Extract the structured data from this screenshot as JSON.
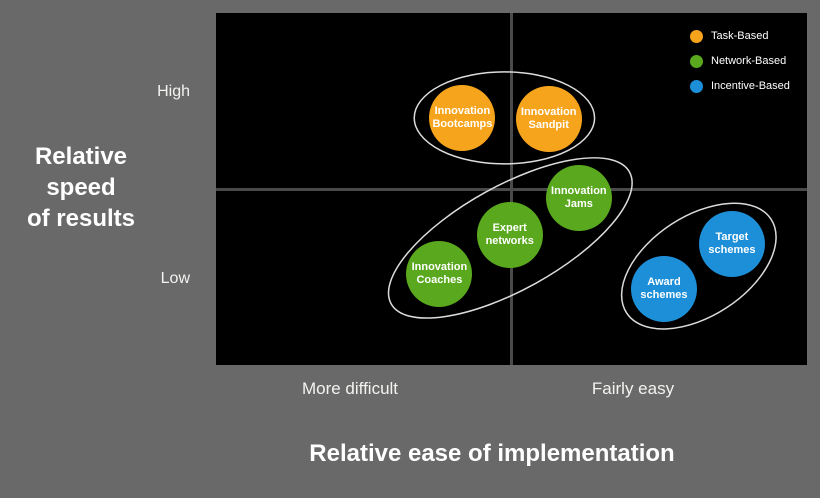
{
  "background_color": "#696969",
  "panel": {
    "background": "#000000",
    "divider_color": "#4A4A4A",
    "ellipse_stroke": "#DCDCDC"
  },
  "y_axis": {
    "title": "Relative\nspeed\nof results",
    "top_label": "High",
    "bottom_label": "Low"
  },
  "x_axis": {
    "title": "Relative ease of implementation",
    "left_label": "More difficult",
    "right_label": "Fairly easy"
  },
  "legend": {
    "items": [
      {
        "label": "Task-Based",
        "color": "#F7A41D"
      },
      {
        "label": "Network-Based",
        "color": "#59A81E"
      },
      {
        "label": "Incentive-Based",
        "color": "#1D8FD8"
      }
    ]
  },
  "chart_data": {
    "type": "scatter",
    "title": "",
    "xlabel": "Relative ease of implementation",
    "ylabel": "Relative speed of results",
    "x_tick_labels": [
      "More difficult",
      "Fairly easy"
    ],
    "y_tick_labels": [
      "High",
      "Low"
    ],
    "legend_position": "top-right",
    "layout": "2x2-quadrant",
    "axis_note": "normalized coords: x 0=more difficult, 1=fairly easy; y 0=low speed, 1=high speed",
    "groups": [
      {
        "name": "Task-Based",
        "color": "#F7A41D",
        "ellipse": {
          "cx_pct": 48.8,
          "cy_pct": 29.8,
          "rx": 90,
          "ry": 46,
          "rotation_deg": 0
        },
        "points": [
          {
            "label": "Innovation\nBootcamps",
            "x": 0.42,
            "y": 0.7,
            "cx_pct": 41.7,
            "cy_pct": 29.8,
            "r": 33
          },
          {
            "label": "Innovation\nSandpit",
            "x": 0.56,
            "y": 0.7,
            "cx_pct": 56.3,
            "cy_pct": 30.1,
            "r": 33
          }
        ]
      },
      {
        "name": "Network-Based",
        "color": "#59A81E",
        "ellipse": {
          "cx_pct": 49.8,
          "cy_pct": 63.9,
          "rx": 136,
          "ry": 52,
          "rotation_deg": -29
        },
        "points": [
          {
            "label": "Innovation\nJams",
            "x": 0.61,
            "y": 0.47,
            "cx_pct": 61.4,
            "cy_pct": 52.6,
            "r": 33
          },
          {
            "label": "Expert\nnetworks",
            "x": 0.5,
            "y": 0.37,
            "cx_pct": 49.7,
            "cy_pct": 63.1,
            "r": 33
          },
          {
            "label": "Innovation\nCoaches",
            "x": 0.38,
            "y": 0.26,
            "cx_pct": 37.8,
            "cy_pct": 74.1,
            "r": 33
          }
        ]
      },
      {
        "name": "Incentive-Based",
        "color": "#1D8FD8",
        "ellipse": {
          "cx_pct": 81.7,
          "cy_pct": 71.9,
          "rx": 86,
          "ry": 50,
          "rotation_deg": -33
        },
        "points": [
          {
            "label": "Target\nschemes",
            "x": 0.87,
            "y": 0.34,
            "cx_pct": 87.3,
            "cy_pct": 65.6,
            "r": 33
          },
          {
            "label": "Award\nschemes",
            "x": 0.76,
            "y": 0.22,
            "cx_pct": 75.8,
            "cy_pct": 78.4,
            "r": 33
          }
        ]
      }
    ]
  }
}
